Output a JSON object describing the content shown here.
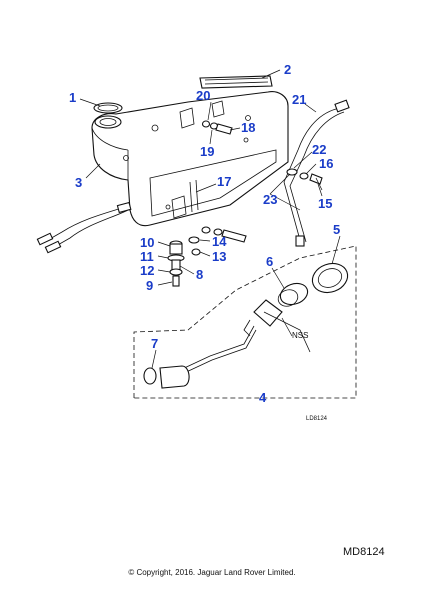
{
  "callouts": [
    "1",
    "2",
    "3",
    "4",
    "5",
    "6",
    "7",
    "8",
    "9",
    "10",
    "11",
    "12",
    "13",
    "14",
    "15",
    "16",
    "17",
    "18",
    "19",
    "20",
    "21",
    "22",
    "23"
  ],
  "labels": {
    "nss": "NSS",
    "ld_code": "LD8124"
  },
  "footer": {
    "diagram_id": "MD8124",
    "copyright": "© Copyright, 2016. Jaguar Land Rover Limited."
  },
  "colors": {
    "callout": "#1a3cc8",
    "line": "#111111"
  }
}
